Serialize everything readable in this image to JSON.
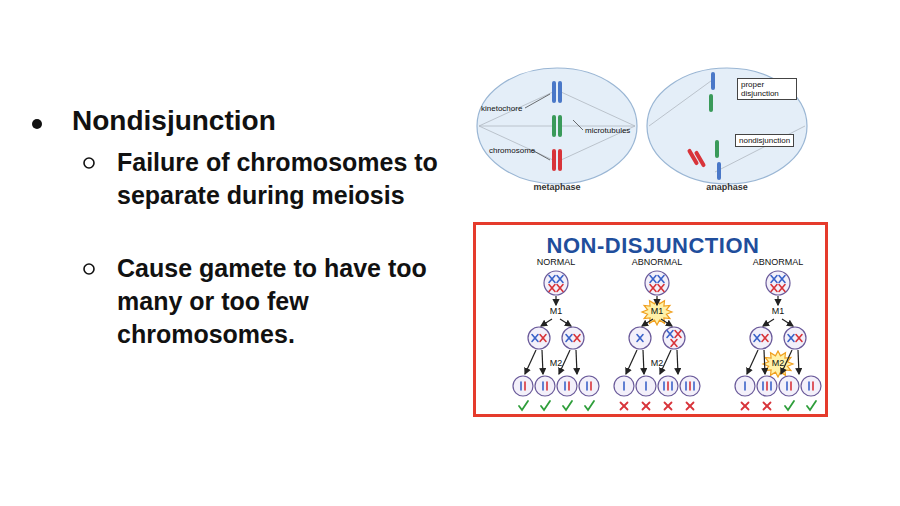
{
  "diagram": {
    "nodes": [
      {
        "text": [
          "kinetochore",
          "chromosome",
          "microtubules",
          "metaphase"
        ]
      },
      {
        "text": [
          "anaphase"
        ]
      },
      {
        "text": [
          "proper disjunction"
        ],
        "in": 1
      },
      {
        "text": [
          "nondisjunction"
        ],
        "in": 1
      },
      {
        "text": [
          "NON-DISJUNCTION"
        ]
      }
    ],
    "labels": [
      "Nondisjunction",
      "Failure of chromosomes to separate during meiosis",
      "Cause gamete to have too many or too few chromosomes.",
      "NORMAL",
      "ABNORMAL",
      "ABNORMAL",
      "M1",
      "M1",
      "M1",
      "M2",
      "M2",
      "M2"
    ]
  }
}
